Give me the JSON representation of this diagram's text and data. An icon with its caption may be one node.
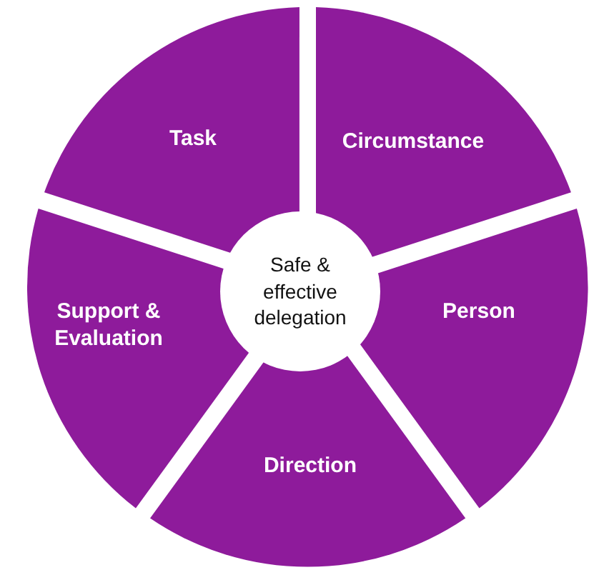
{
  "diagram": {
    "nodes": [
      {
        "text": [
          "Task"
        ]
      },
      {
        "text": [
          "Circumstance"
        ]
      },
      {
        "text": [
          "Safe & effective delegation"
        ]
      },
      {
        "text": [
          "Support & Evaluation"
        ]
      },
      {
        "text": [
          "Person"
        ]
      },
      {
        "text": [
          "Direction"
        ]
      }
    ]
  }
}
